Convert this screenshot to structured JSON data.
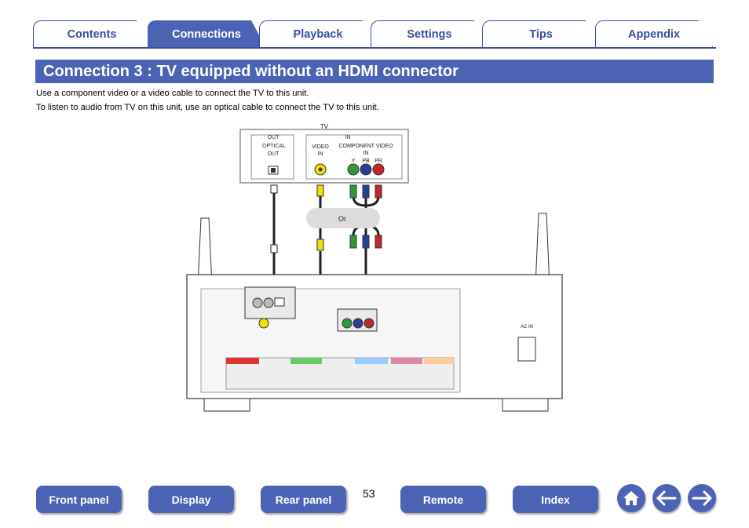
{
  "tabs": [
    {
      "label": "Contents",
      "active": false
    },
    {
      "label": "Connections",
      "active": true
    },
    {
      "label": "Playback",
      "active": false
    },
    {
      "label": "Settings",
      "active": false
    },
    {
      "label": "Tips",
      "active": false
    },
    {
      "label": "Appendix",
      "active": false
    }
  ],
  "title": "Connection 3 : TV equipped without an HDMI connector",
  "intro": [
    "Use a component video or a video cable to connect the TV to this unit.",
    "To listen to audio from TV on this unit, use an optical cable to connect the TV to this unit."
  ],
  "diagram": {
    "tv_label": "TV",
    "out_label": "OUT",
    "in_label": "IN",
    "optical_label": "OPTICAL",
    "optical_out": "OUT",
    "video_label": "VIDEO",
    "video_in": "IN",
    "component_label": "COMPONENT VIDEO",
    "component_in": "IN",
    "y_label": "Y",
    "pb_label": "PB",
    "pr_label": "PR",
    "or_label": "Or",
    "ac_in_label": "AC IN",
    "colors": {
      "optical": "#222222",
      "video": "#f0e000",
      "y": "#2e9a3a",
      "pb": "#2a3f9a",
      "pr": "#c0282a"
    }
  },
  "nav": {
    "front_panel": "Front panel",
    "display": "Display",
    "rear_panel": "Rear panel",
    "page": "53",
    "remote": "Remote",
    "index": "Index"
  }
}
